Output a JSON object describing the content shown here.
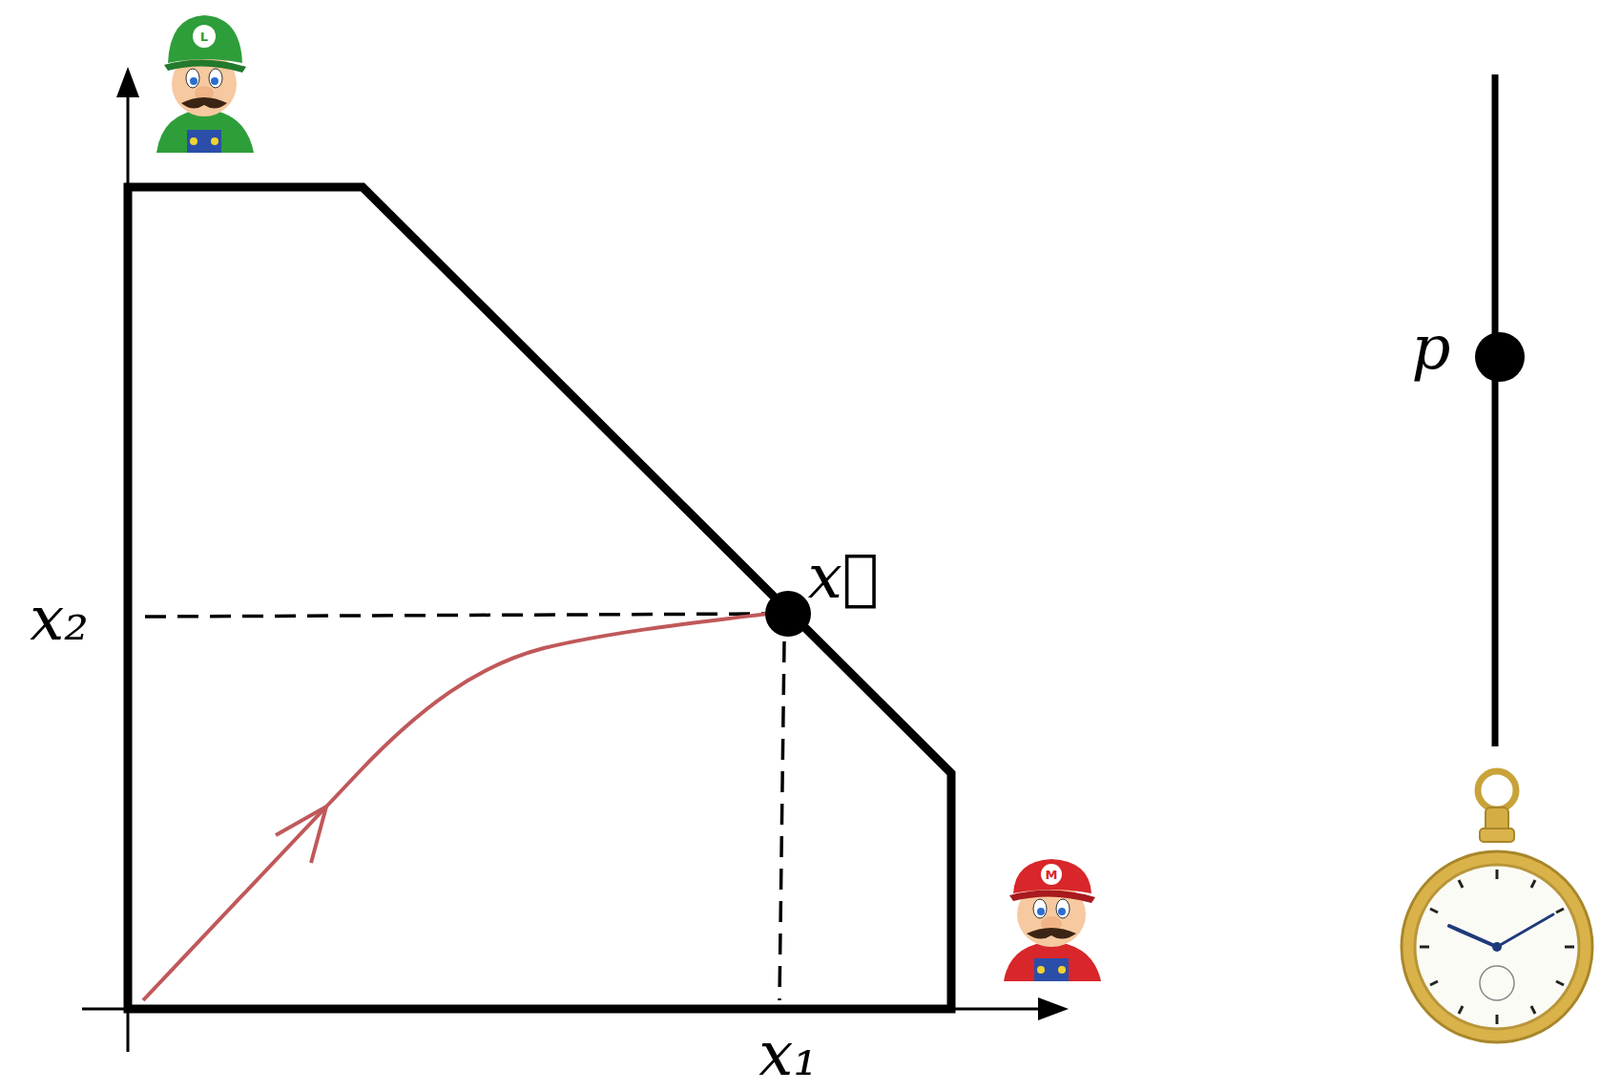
{
  "diagram": {
    "labels": [
      "L",
      "x₂",
      "x⃗",
      "p",
      "M",
      "x₁"
    ]
  }
}
